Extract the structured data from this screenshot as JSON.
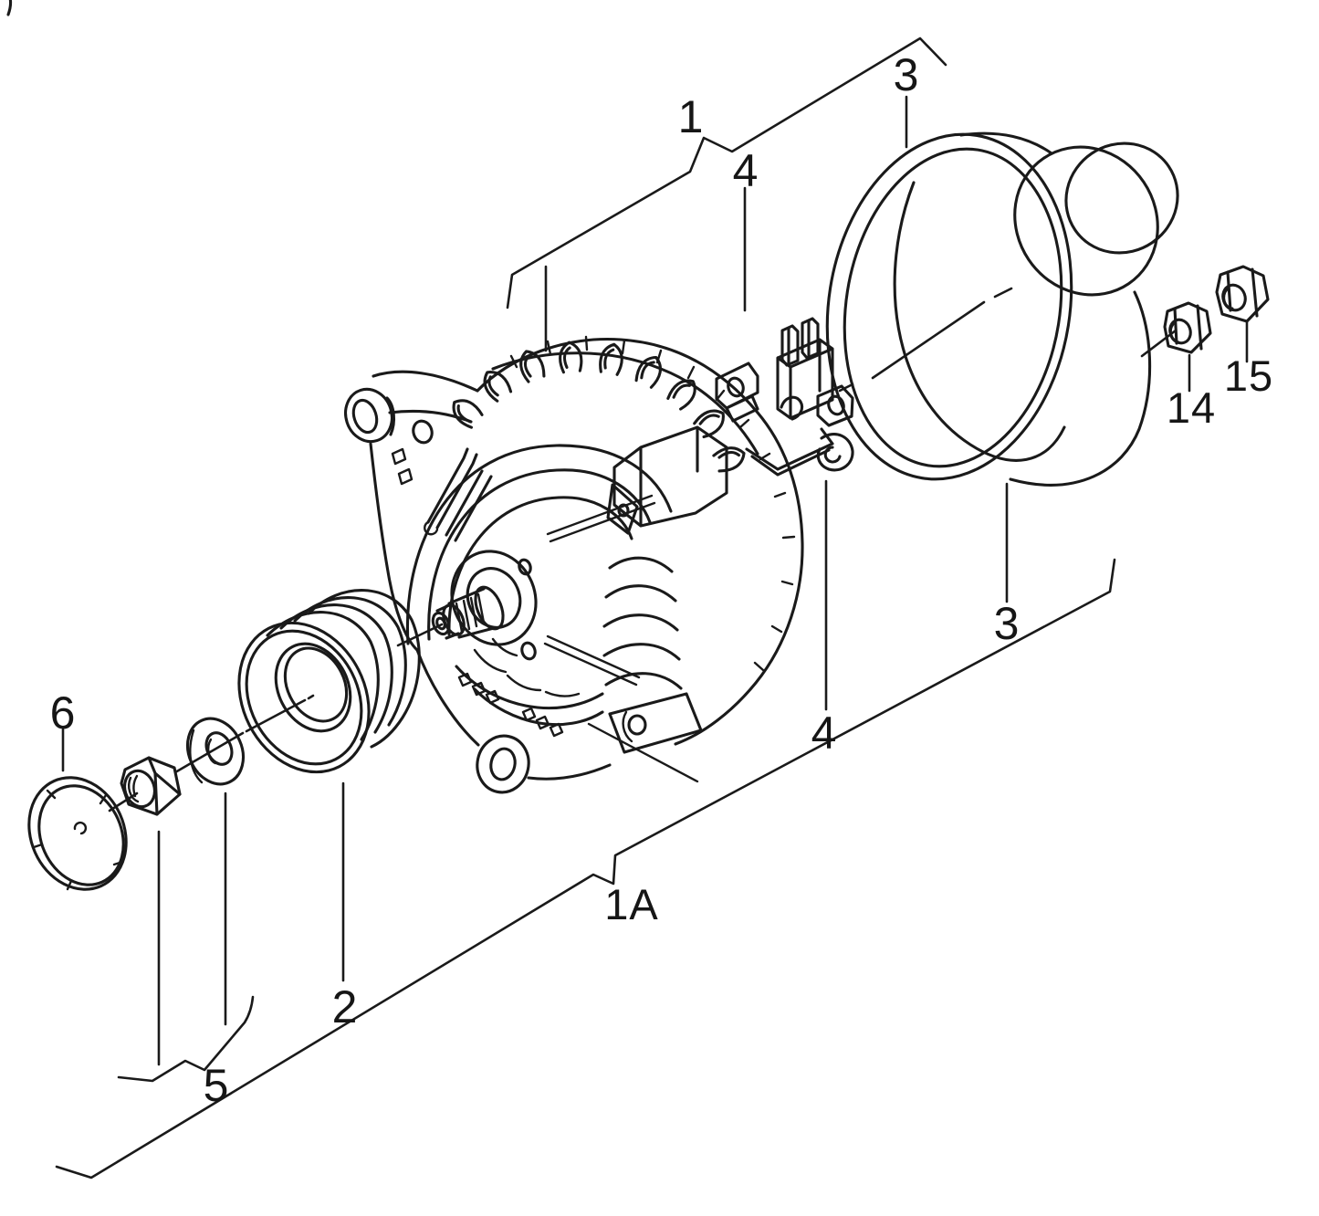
{
  "page": {
    "background": "#ffffff",
    "ink": "#1a1a1a"
  },
  "callouts": {
    "n1": "1",
    "n1a": "1A",
    "n2": "2",
    "n3_top": "3",
    "n3_side": "3",
    "n4_top": "4",
    "n4_side": "4",
    "n5": "5",
    "n6": "6",
    "n14": "14",
    "n15": "15"
  }
}
